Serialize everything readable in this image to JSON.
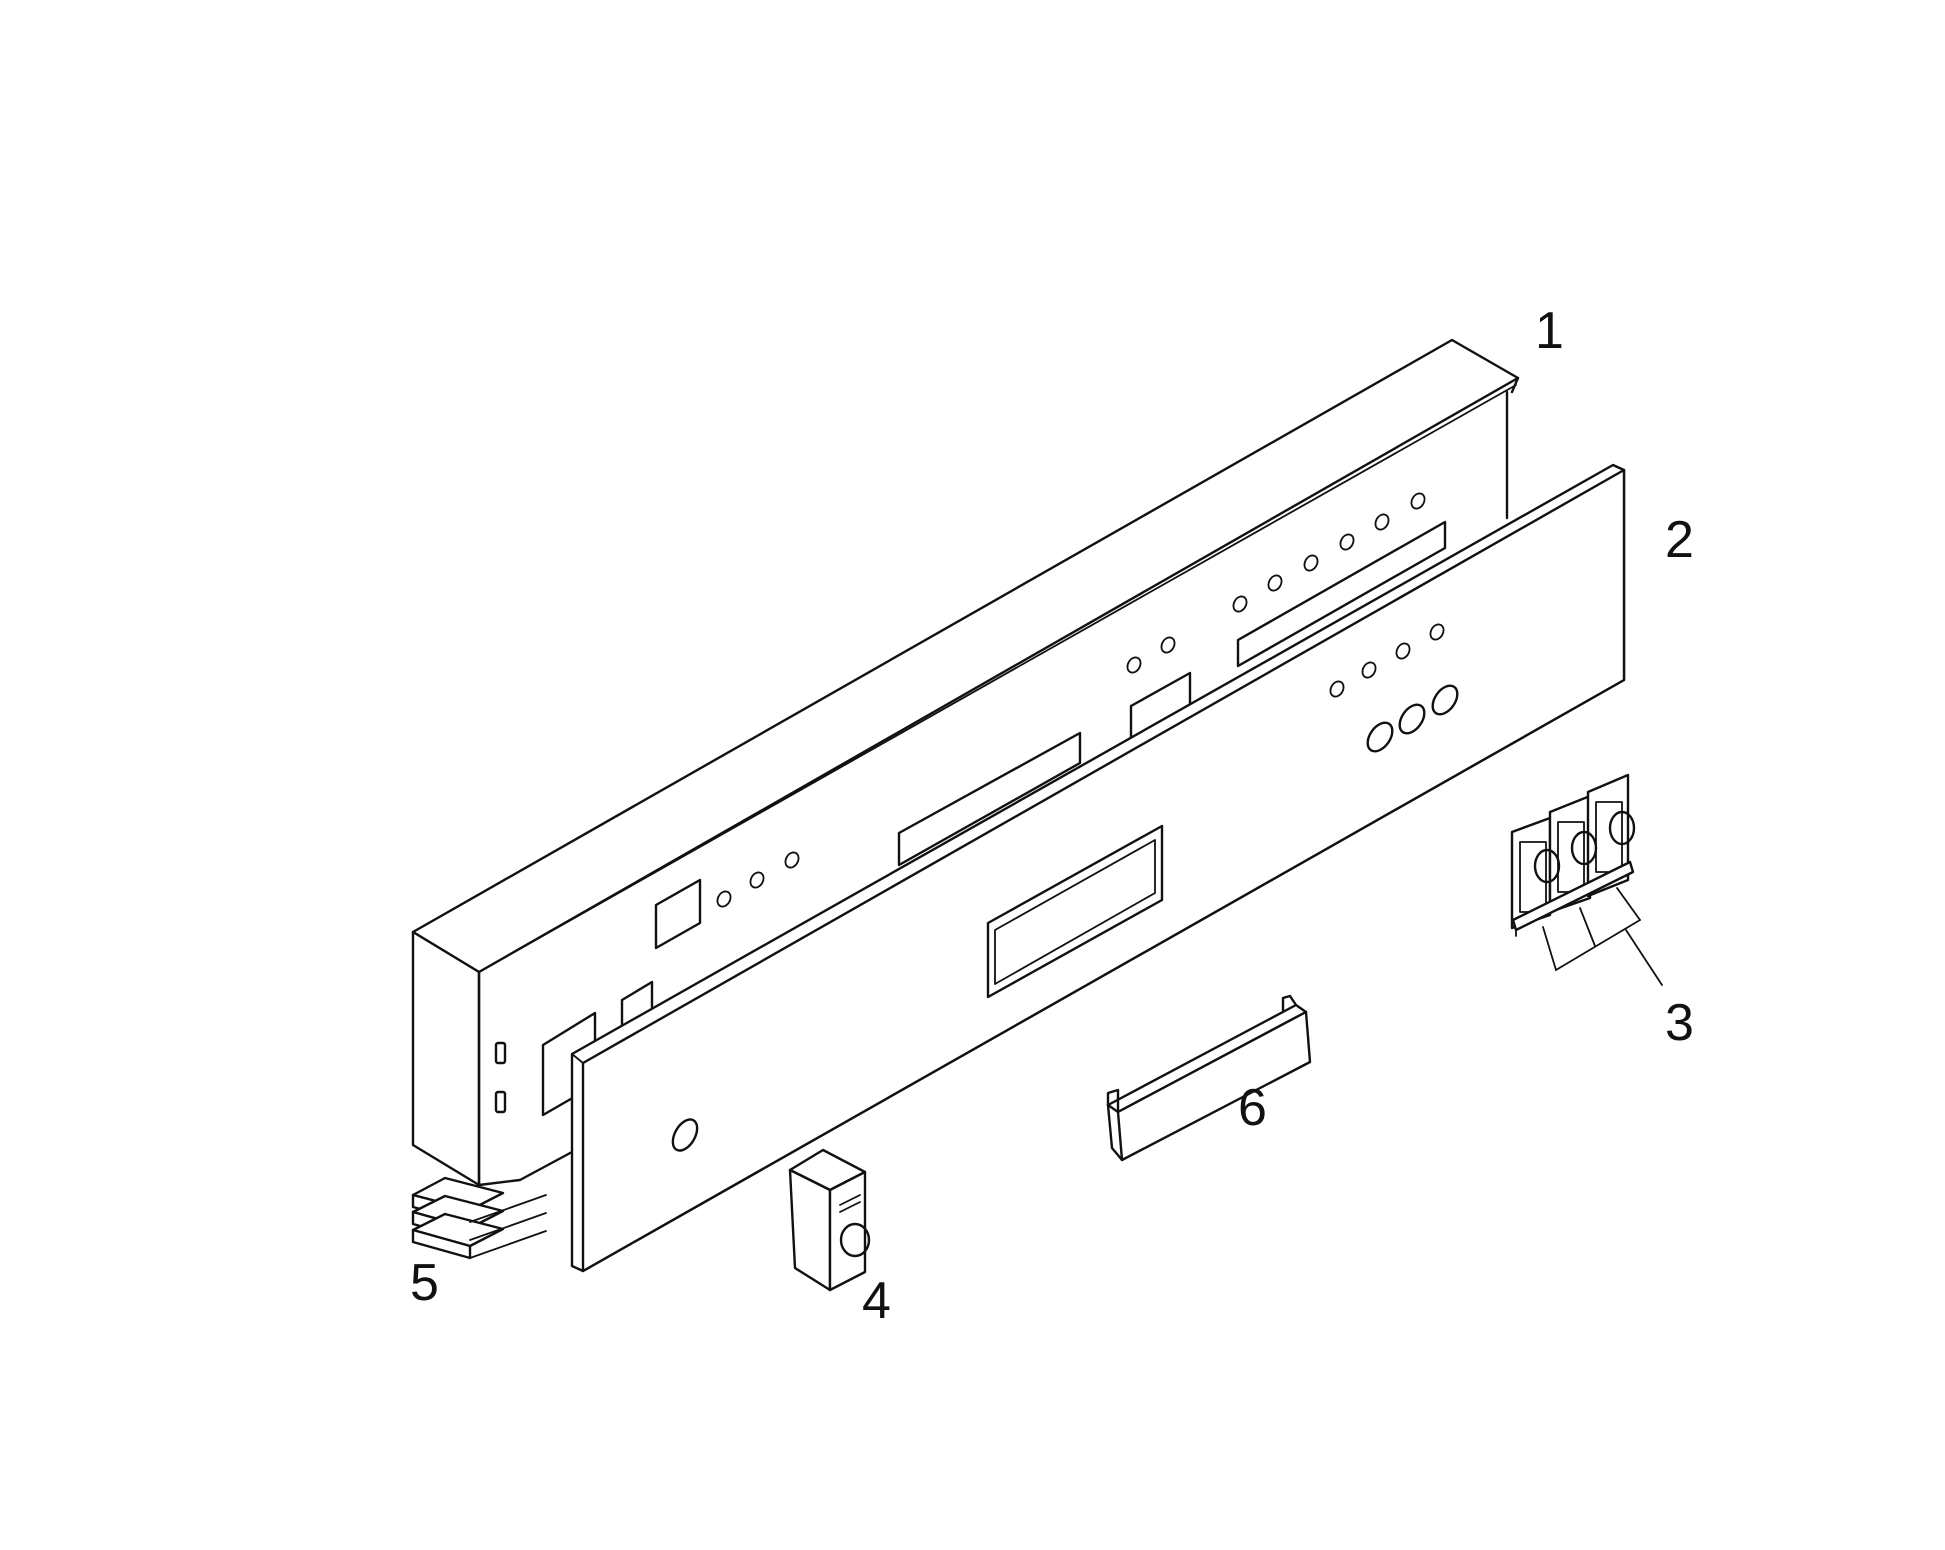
{
  "diagram": {
    "callouts": [
      {
        "id": "1",
        "label": "1"
      },
      {
        "id": "2",
        "label": "2"
      },
      {
        "id": "3",
        "label": "3"
      },
      {
        "id": "4",
        "label": "4"
      },
      {
        "id": "5",
        "label": "5"
      },
      {
        "id": "6",
        "label": "6"
      }
    ],
    "colors": {
      "line": "#111111",
      "background": "#ffffff"
    }
  }
}
